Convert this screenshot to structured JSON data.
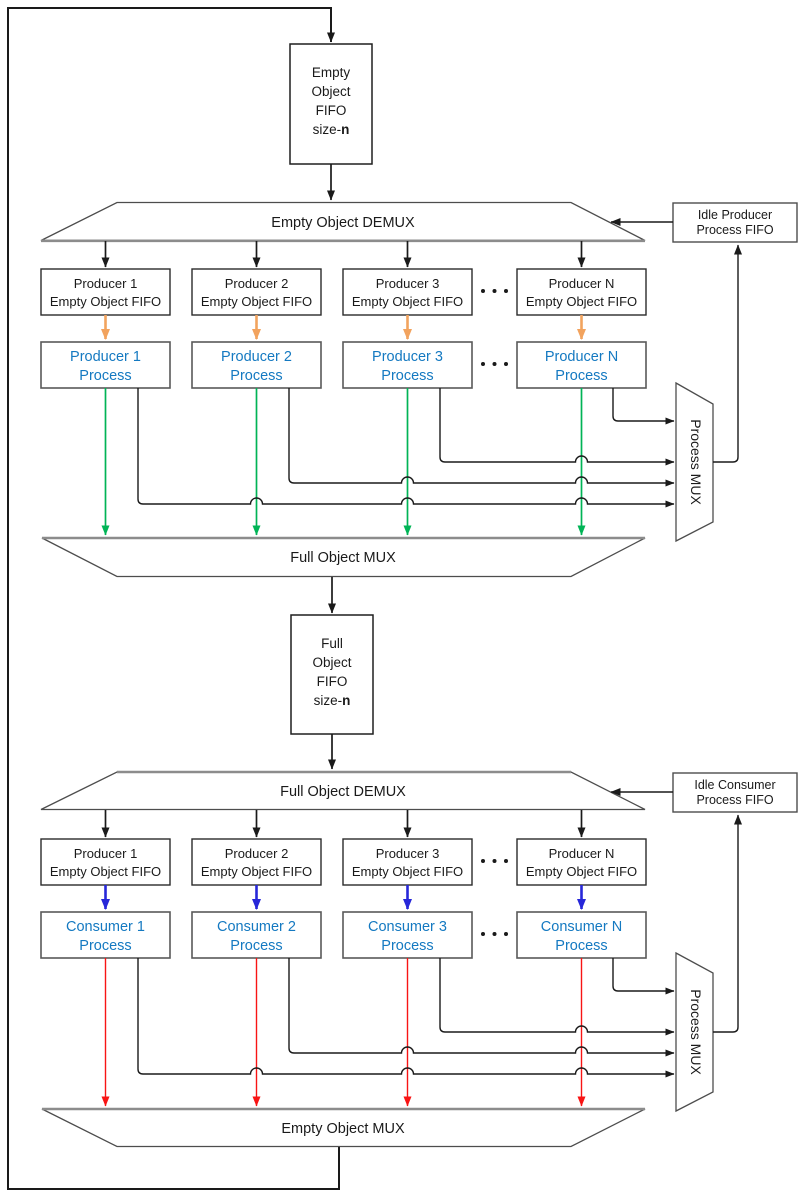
{
  "colors": {
    "ink": "#1a1a1a",
    "box_border": "#2b2b2b",
    "process_border": "#595959",
    "trapezoid_border": "#4d4d4d",
    "thick_edge": "#8c8c8c",
    "orange": "#f2a35e",
    "green": "#00b456",
    "blue_arrow": "#2727d9",
    "red": "#f81414",
    "blue_text": "#1479c1"
  },
  "top_fifo": {
    "l1": "Empty",
    "l2": "Object",
    "l3": "FIFO",
    "size_prefix": "size-",
    "size_n": "n"
  },
  "mid_fifo": {
    "l1": "Full",
    "l2": "Object",
    "l3": "FIFO",
    "size_prefix": "size-",
    "size_n": "n"
  },
  "trapezoids": {
    "empty_demux": "Empty Object DEMUX",
    "full_mux": "Full Object MUX",
    "full_demux": "Full Object DEMUX",
    "empty_mux": "Empty Object MUX"
  },
  "producer": {
    "fifos": [
      {
        "l1": "Producer 1",
        "l2": "Empty Object FIFO"
      },
      {
        "l1": "Producer 2",
        "l2": "Empty Object FIFO"
      },
      {
        "l1": "Producer 3",
        "l2": "Empty Object FIFO"
      },
      {
        "l1": "Producer N",
        "l2": "Empty Object FIFO"
      }
    ],
    "procs": [
      {
        "l1": "Producer 1",
        "l2": "Process"
      },
      {
        "l1": "Producer 2",
        "l2": "Process"
      },
      {
        "l1": "Producer 3",
        "l2": "Process"
      },
      {
        "l1": "Producer N",
        "l2": "Process"
      }
    ],
    "mux": "Process MUX",
    "idle": {
      "l1": "Idle Producer",
      "l2": "Process FIFO"
    }
  },
  "consumer": {
    "fifos": [
      {
        "l1": "Producer 1",
        "l2": "Empty Object FIFO"
      },
      {
        "l1": "Producer 2",
        "l2": "Empty Object FIFO"
      },
      {
        "l1": "Producer 3",
        "l2": "Empty Object FIFO"
      },
      {
        "l1": "Producer N",
        "l2": "Empty Object FIFO"
      }
    ],
    "procs": [
      {
        "l1": "Consumer 1",
        "l2": "Process"
      },
      {
        "l1": "Consumer 2",
        "l2": "Process"
      },
      {
        "l1": "Consumer 3",
        "l2": "Process"
      },
      {
        "l1": "Consumer N",
        "l2": "Process"
      }
    ],
    "mux": "Process MUX",
    "idle": {
      "l1": "Idle Consumer",
      "l2": "Process FIFO"
    }
  }
}
